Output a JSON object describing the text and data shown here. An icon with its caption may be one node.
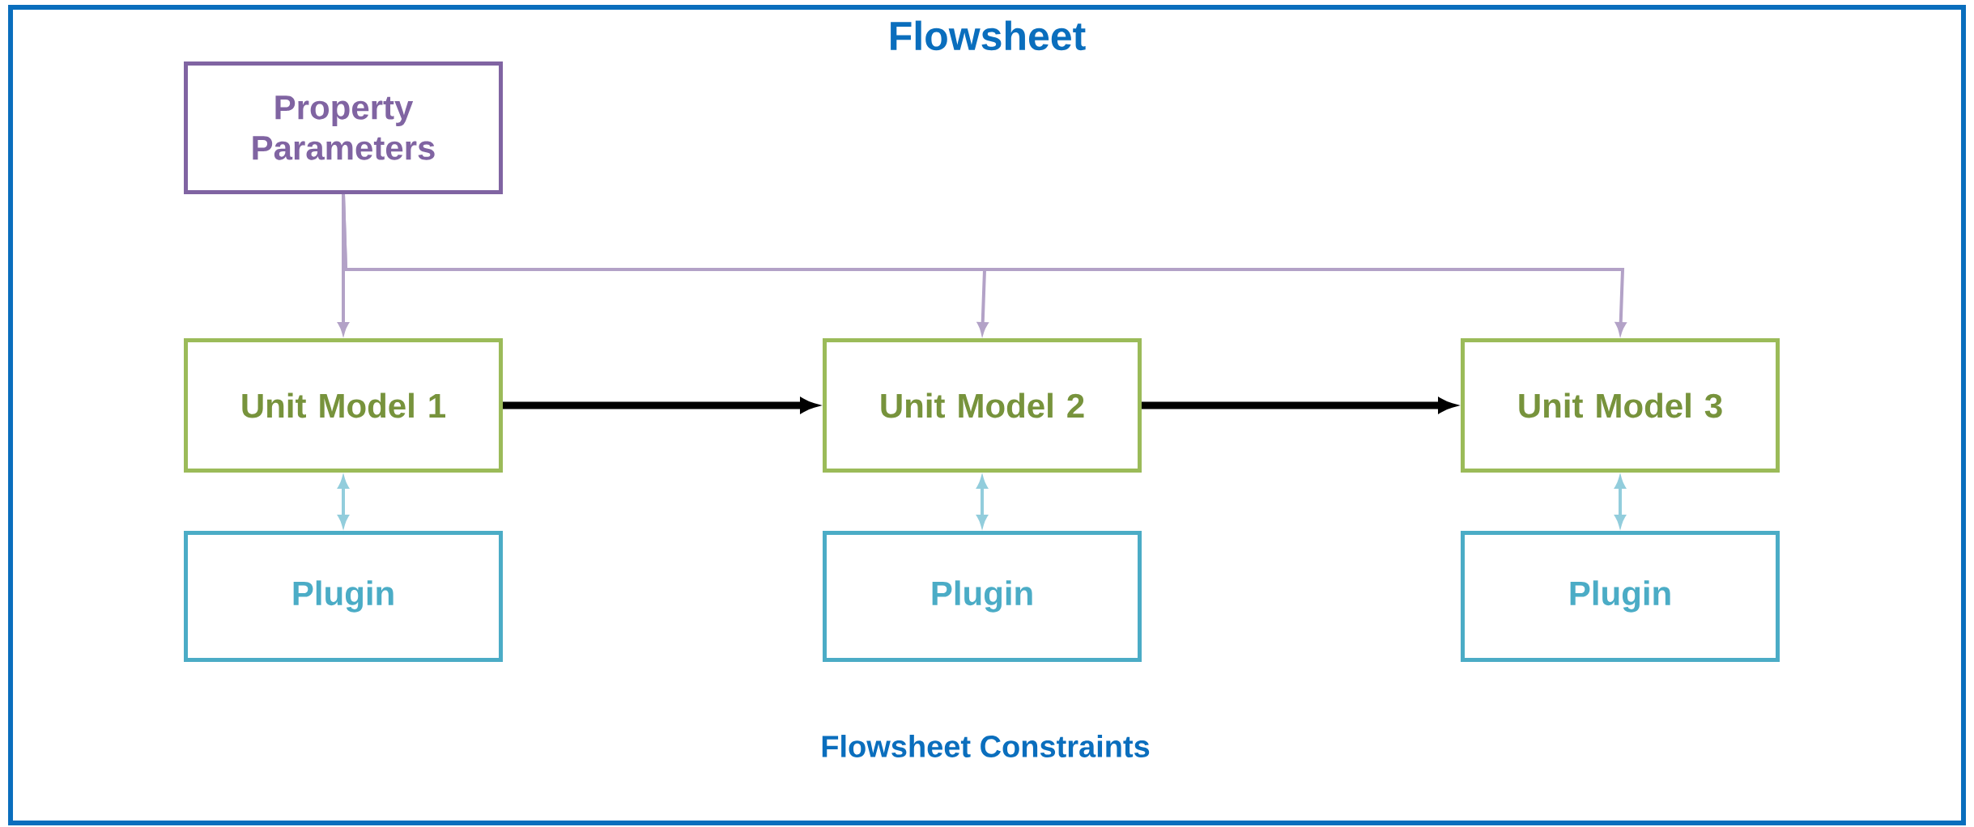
{
  "diagram": {
    "nodes": [
      {
        "text": [
          "Flowsheet"
        ]
      },
      {
        "text": [
          "Property Parameters"
        ],
        "in": 0
      },
      {
        "text": [
          "Unit Model 1"
        ],
        "in": 0
      },
      {
        "text": [
          "Unit Model 2"
        ],
        "in": 0
      },
      {
        "text": [
          "Unit Model 3"
        ],
        "in": 0
      },
      {
        "text": [
          "Plugin"
        ],
        "in": 0
      },
      {
        "text": [
          "Plugin"
        ],
        "in": 0
      },
      {
        "text": [
          "Plugin"
        ],
        "in": 0
      }
    ],
    "edges": [
      {
        "from": 1,
        "to": 2,
        "arrow": "to",
        "color": "#b3a2c7"
      },
      {
        "from": 1,
        "to": 3,
        "arrow": "to",
        "color": "#b3a2c7"
      },
      {
        "from": 1,
        "to": 4,
        "arrow": "to",
        "color": "#b3a2c7"
      },
      {
        "from": 2,
        "to": 3,
        "arrow": "to",
        "style": "thick",
        "color": "#000000"
      },
      {
        "from": 3,
        "to": 4,
        "arrow": "to",
        "style": "thick",
        "color": "#000000"
      },
      {
        "from": 2,
        "to": 5,
        "arrow": "both",
        "color": "#92cddc"
      },
      {
        "from": 3,
        "to": 6,
        "arrow": "both",
        "color": "#92cddc"
      },
      {
        "from": 4,
        "to": 7,
        "arrow": "both",
        "color": "#92cddc"
      }
    ],
    "labels": [
      "Flowsheet Constraints"
    ]
  }
}
